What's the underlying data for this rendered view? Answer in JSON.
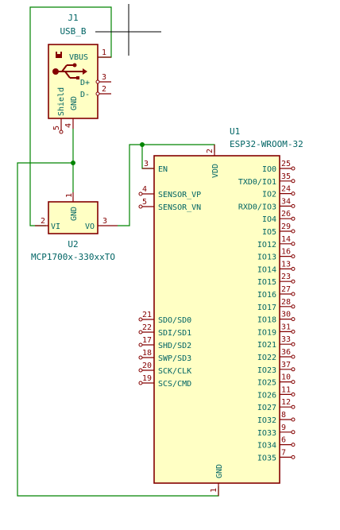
{
  "j1": {
    "ref": "J1",
    "value": "USB_B",
    "pins": {
      "vbus": {
        "label": "VBUS",
        "num": "1"
      },
      "dplus": {
        "label": "D+",
        "num": "3"
      },
      "dminus": {
        "label": "D-",
        "num": "2"
      },
      "shield": {
        "label": "Shield",
        "num": "5"
      },
      "gnd": {
        "label": "GND",
        "num": "4"
      }
    },
    "icon": "usb-icon"
  },
  "u2": {
    "ref": "U2",
    "value": "MCP1700x-330xxTO",
    "pins": {
      "gnd": {
        "label": "GND",
        "num": "1"
      },
      "vi": {
        "label": "VI",
        "num": "2"
      },
      "vo": {
        "label": "VO",
        "num": "3"
      }
    }
  },
  "u1": {
    "ref": "U1",
    "value": "ESP32-WROOM-32",
    "top": {
      "en": {
        "label": "EN",
        "num": "3"
      },
      "vdd": {
        "label": "VDD",
        "num": "2"
      }
    },
    "gnd": {
      "label": "GND",
      "num": "1"
    },
    "left_pins": [
      {
        "label": "SENSOR_VP",
        "num": "4"
      },
      {
        "label": "SENSOR_VN",
        "num": "5"
      },
      {
        "label": "SDO/SD0",
        "num": "21"
      },
      {
        "label": "SDI/SD1",
        "num": "22"
      },
      {
        "label": "SHD/SD2",
        "num": "17"
      },
      {
        "label": "SWP/SD3",
        "num": "18"
      },
      {
        "label": "SCK/CLK",
        "num": "20"
      },
      {
        "label": "SCS/CMD",
        "num": "19"
      }
    ],
    "right_pins": [
      {
        "label": "IO0",
        "num": "25"
      },
      {
        "label": "TXD0/IO1",
        "num": "35"
      },
      {
        "label": "IO2",
        "num": "24"
      },
      {
        "label": "RXD0/IO3",
        "num": "34"
      },
      {
        "label": "IO4",
        "num": "26"
      },
      {
        "label": "IO5",
        "num": "29"
      },
      {
        "label": "IO12",
        "num": "14"
      },
      {
        "label": "IO13",
        "num": "16"
      },
      {
        "label": "IO14",
        "num": "13"
      },
      {
        "label": "IO15",
        "num": "23"
      },
      {
        "label": "IO16",
        "num": "27"
      },
      {
        "label": "IO17",
        "num": "28"
      },
      {
        "label": "IO18",
        "num": "30"
      },
      {
        "label": "IO19",
        "num": "31"
      },
      {
        "label": "IO21",
        "num": "33"
      },
      {
        "label": "IO22",
        "num": "36"
      },
      {
        "label": "IO23",
        "num": "37"
      },
      {
        "label": "IO25",
        "num": "10"
      },
      {
        "label": "IO26",
        "num": "11"
      },
      {
        "label": "IO27",
        "num": "12"
      },
      {
        "label": "IO32",
        "num": "8"
      },
      {
        "label": "IO33",
        "num": "9"
      },
      {
        "label": "IO34",
        "num": "6"
      },
      {
        "label": "IO35",
        "num": "7"
      }
    ]
  },
  "colors": {
    "wire": "#008400",
    "pin": "#840000",
    "body_fill": "#ffffc4",
    "label": "#006464"
  }
}
